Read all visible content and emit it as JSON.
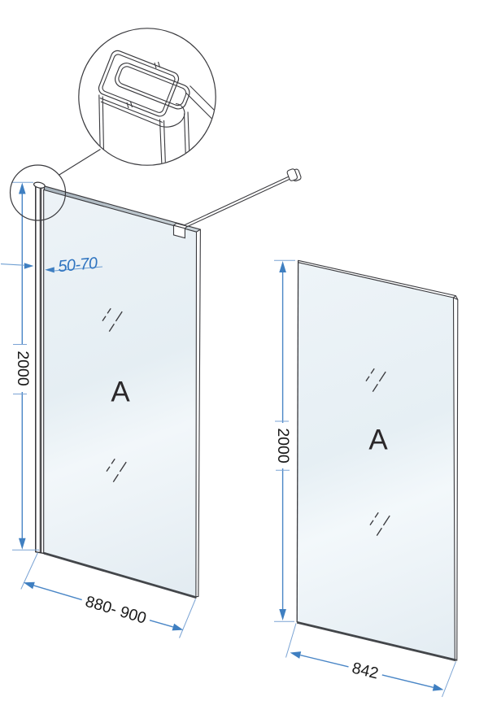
{
  "drawing": {
    "type": "technical-diagram",
    "subject": "walk-in shower glass screen: assembled panel with wall profile and stabilizer bar (left), bare glass panel (right), detail circle of wall profile section",
    "marker_left": "A",
    "marker_right": "A",
    "dims": {
      "left_height": "2000",
      "left_width": "880- 900",
      "profile_adjust": "50-70",
      "right_height": "2000",
      "right_width": "842"
    },
    "colors": {
      "line": "#3a3a3e",
      "dim_blue": "#4a86c6",
      "dim_blue_light": "#7aa3d4",
      "dim_text_blue": "#2f74c0",
      "glass_edge_gray": "#aab6bf"
    }
  }
}
